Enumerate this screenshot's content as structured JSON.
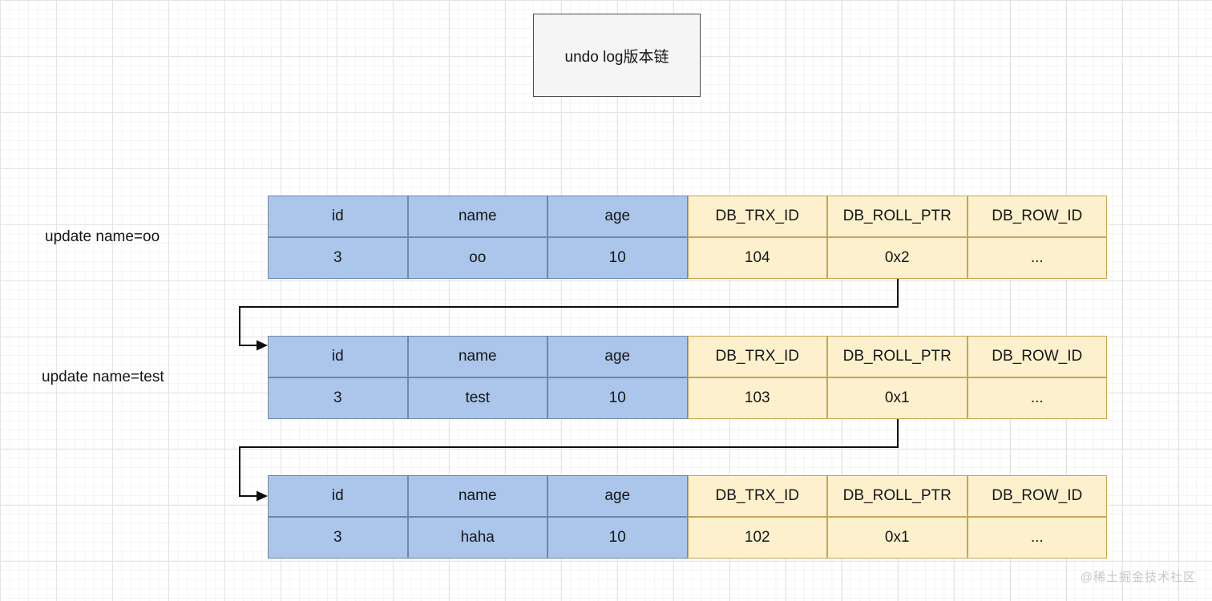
{
  "diagram": {
    "title_box": "undo log版本链",
    "watermark": "@稀土掘金技术社区"
  },
  "annotations": [
    {
      "text": "update name=oo"
    },
    {
      "text": "update name=test"
    }
  ],
  "table_columns": [
    "id",
    "name",
    "age",
    "DB_TRX_ID",
    "DB_ROLL_PTR",
    "DB_ROW_ID"
  ],
  "versions": [
    {
      "id": "3",
      "name": "oo",
      "age": "10",
      "db_trx_id": "104",
      "db_roll_ptr": "0x2",
      "db_row_id": "..."
    },
    {
      "id": "3",
      "name": "test",
      "age": "10",
      "db_trx_id": "103",
      "db_roll_ptr": "0x1",
      "db_row_id": "..."
    },
    {
      "id": "3",
      "name": "haha",
      "age": "10",
      "db_trx_id": "102",
      "db_roll_ptr": "0x1",
      "db_row_id": "..."
    }
  ],
  "colors": {
    "blue_fill": "#abc6ea",
    "blue_border": "#6d87ab",
    "yellow_fill": "#fcf0cd",
    "yellow_border": "#c7a558",
    "arrow": "#0d0d0d",
    "title_fill": "#f5f5f5",
    "title_border": "#4d4d4d"
  }
}
